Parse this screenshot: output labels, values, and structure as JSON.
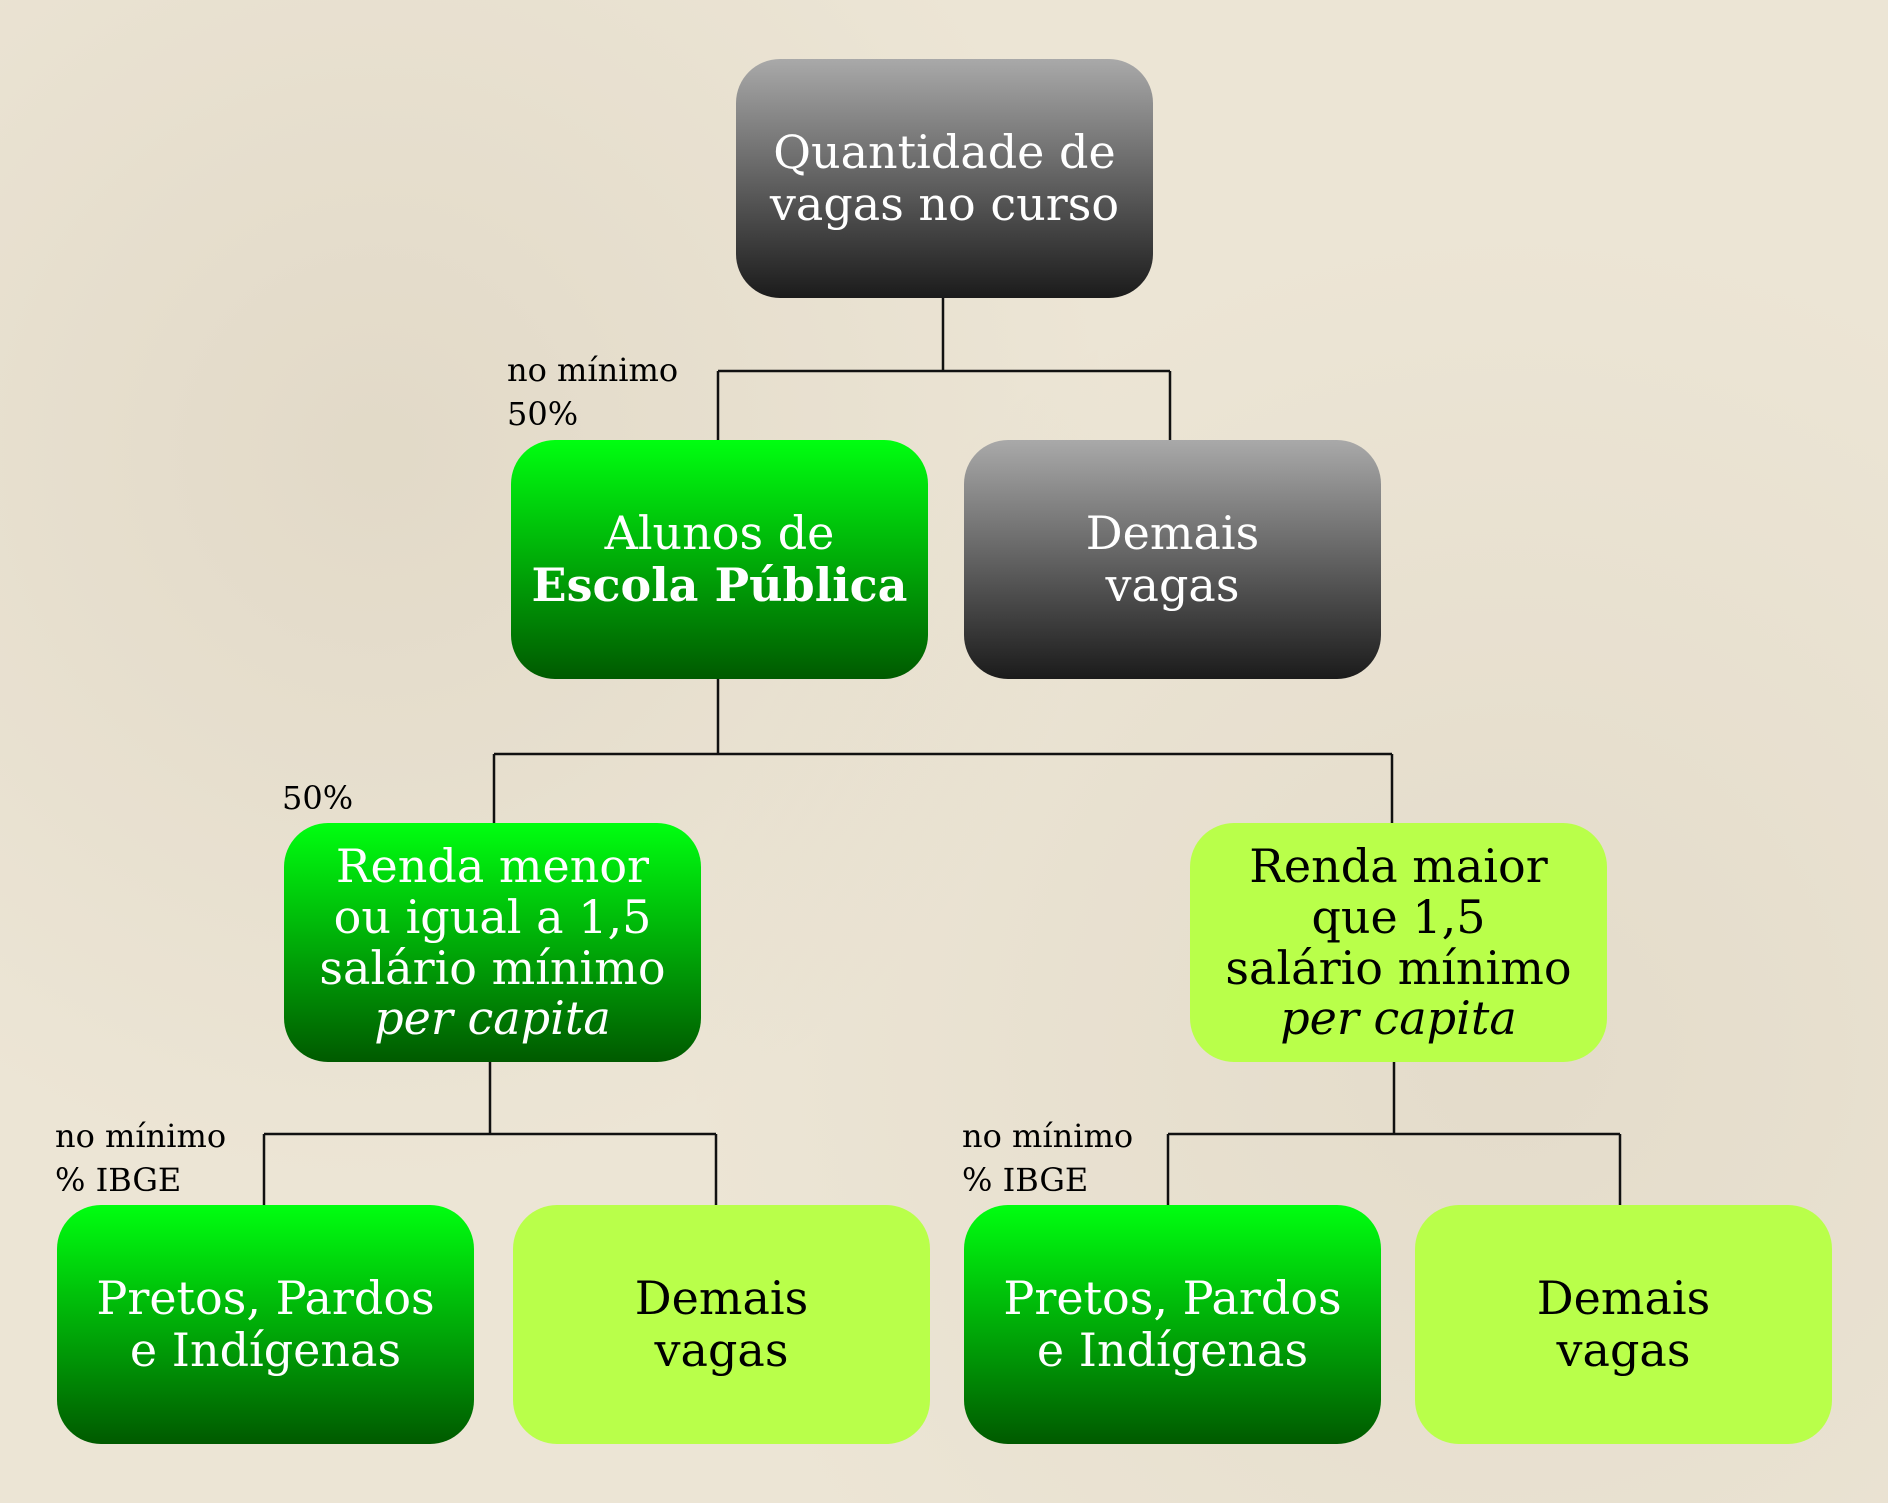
{
  "root": {
    "line1": "Quantidade de",
    "line2": "vagas no curso"
  },
  "public_school": {
    "line1": "Alunos de",
    "line2": "Escola Pública",
    "label_line1": "no mínimo",
    "label_line2": "50%"
  },
  "other_top": {
    "line1": "Demais",
    "line2": "vagas"
  },
  "low_income": {
    "line1": "Renda menor",
    "line2": "ou igual a 1,5",
    "line3": "salário mínimo",
    "line4": "per capita",
    "label": "50%"
  },
  "high_income": {
    "line1": "Renda maior",
    "line2": "que 1,5",
    "line3": "salário mínimo",
    "line4": "per capita"
  },
  "ppi_left": {
    "line1": "Pretos, Pardos",
    "line2": "e Indígenas",
    "label_line1": "no mínimo",
    "label_line2": "% IBGE"
  },
  "other_left": {
    "line1": "Demais",
    "line2": "vagas"
  },
  "ppi_right": {
    "line1": "Pretos, Pardos",
    "line2": "e Indígenas",
    "label_line1": "no mínimo",
    "label_line2": "% IBGE"
  },
  "other_right": {
    "line1": "Demais",
    "line2": "vagas"
  },
  "colors": {
    "gray_top": "#a9a9a9",
    "gray_bottom": "#1b1b1b",
    "green_top": "#00ff10",
    "green_bottom": "#005a00",
    "lime": "#b9ff4a",
    "background": "#ece5d5"
  }
}
